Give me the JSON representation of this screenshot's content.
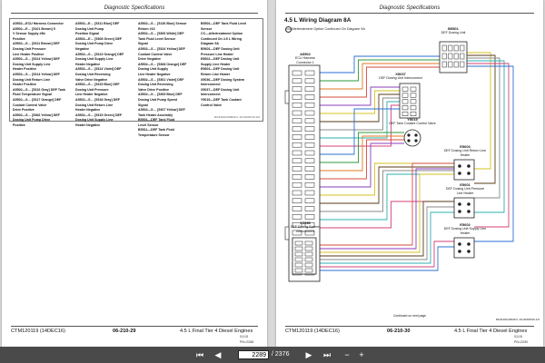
{
  "left_page": {
    "header": "Diagnostic Specifications",
    "legend_columns": [
      [
        "A5502—ECU Harness Connector",
        "A5502—E… [5101 Brown] 5",
        "V Sensor Supply #8b",
        "Positive",
        "A5502—S… [5311 Brown] DEF",
        "Dosing Unit Pressure",
        "Line Heater Positive",
        "A5502—S… [5314 Yellow] DEF",
        "Dosing Unit Supply Line",
        "Heater Positive",
        "A5502—S… [5314 Yellow] DEF",
        "Dosing Unit Return Line",
        "Heater Positive",
        "A5502—S… [5316 Gray] DEF Tank",
        "Fluid Temperature Signal",
        "A5502—S… [5317 Orange] DEF",
        "Coolant Control Valve",
        "Drive Positive",
        "A5502—S… [5366 Yellow] DEF",
        "Dosing Unit Pump Drive",
        "Positive"
      ],
      [
        "A5502—E… [5311 Blue] DEF",
        "Dosing Unit Pump",
        "Position Signal",
        "A5502—E… [5308 Green] DEF",
        "Dosing Unit Pump Drive",
        "Negative",
        "A5502—S… [5313 Orange] DEF",
        "Dosing Unit Supply Line",
        "Heater Negative",
        "A5502—S… [5314 Violet] DEF",
        "Dosing Unit Reversing",
        "Valve Drive Negative",
        "A5502—S… [5315 Blue] DEF",
        "Dosing Unit Pressure",
        "Line Heater Negative",
        "A5502—S… [5318 Gray] DEF",
        "Dosing Unit Return Line",
        "Heater Negative",
        "A5502—S… [5319 Green] DEF",
        "Dosing Unit Supply Line",
        "Heater Negative"
      ],
      [
        "A5502—S… [5136 Blue] Sensor",
        "Return #16",
        "A5502—S… [5306 White] DEF",
        "Tank Fluid Level Sensor",
        "Signal",
        "A5502—S… [5324 Yellow] DEF",
        "Coolant Control Valve",
        "Drive Negative",
        "A5502—S… [5368 Orange] DEF",
        "Dosing Unit Supply",
        "Line Heater Negative",
        "A5502—S… [5361 Violet] DEF",
        "Dosing Unit Reversing",
        "Valve Drive Positive",
        "A5502—S… [5369 Blue] DEF",
        "Dosing Unit Pump Speed",
        "Signal",
        "A5502—S… [5307 Yellow] DEF",
        "Tank Heater Assembly",
        "B5501—DEF Tank Fluid",
        "Level Sensor",
        "B5511—DEF Tank Fluid",
        "Temperature Sensor"
      ],
      [
        "B5501—DEF Tank Fluid Level",
        "Sensor",
        "CC—Aftertreatment Option",
        "Continued On 4.5 L Wiring",
        "Diagram 9A",
        "B5601—DEF Dosing Unit",
        "Pressure Line Heater",
        "E5602—DEF Dosing Unit",
        "Supply Line Heater",
        "E5603—DEF Dosing Unit",
        "Return Line Heater",
        "X5036—DEF Dosing System",
        "Interconnect",
        "X5037—DEF Dosing Unit",
        "Interconnect",
        "Y5019—DEF Tank Coolant",
        "Control Valve"
      ]
    ],
    "legend_id": "RG31190,0000AF4 -19-12MAY16-2/2",
    "footer_left": "CTM120119 (14DEC16)",
    "footer_page": "06-210-29",
    "footer_right": "4.5 L Final Tier 4 Diesel Engines",
    "footer_small": "01/15",
    "footer_pn": "PN=2288"
  },
  "right_page": {
    "header": "Diagnostic Specifications",
    "diagram_title": "4.5 L Wiring Diagram 8A",
    "note_icon": "CC",
    "note_text": "Aftertreatment Option Continued On Diagram 9A",
    "components": {
      "a5502": {
        "id": "A5502",
        "desc": "ECU Harness Connector 1"
      },
      "b5501": {
        "id": "B5501",
        "desc": "DEF Dosing Unit"
      },
      "x5037": {
        "id": "X5037",
        "desc": "DEF Dosing Unit Interconnect"
      },
      "y5019": {
        "id": "Y5019",
        "desc": "DEF Tank Coolant Control Valve"
      },
      "e5603": {
        "id": "E5603",
        "desc": "DEF Dosing Unit Return Line Heater"
      },
      "e5601": {
        "id": "E5601",
        "desc": "DEF Dosing Unit Pressure Line Heater"
      },
      "e5602": {
        "id": "E5602",
        "desc": "DEF Dosing Unit Supply Line Heater"
      },
      "x5036": {
        "id": "X5036",
        "desc": "DEF Dosing System Interconnect"
      }
    },
    "continued_note": "Continued on next page",
    "diagram_id": "RG31190,000AF4 -19-20APR16-1/2",
    "footer_left": "CTM120119 (14DEC16)",
    "footer_page": "06-210-30",
    "footer_right": "4.5 L Final Tier 4 Diesel Engines",
    "footer_small": "01/15",
    "footer_pn": "PN=2290"
  },
  "toolbar": {
    "current_page": "2289",
    "total_pages": "/ 2376",
    "buttons": [
      "first-page",
      "prev-page",
      "next-page",
      "last-page",
      "zoom-out",
      "zoom-in"
    ]
  },
  "colors": {
    "wire_colors": [
      "#2b6fd6",
      "#2c9a3a",
      "#e07b1f",
      "#d64b3a",
      "#8a3fb8",
      "#d6c21f",
      "#5a3a1a",
      "#888888",
      "#2bb0b0",
      "#d6407a"
    ],
    "toolbar_bg": "#4a4a4a"
  }
}
